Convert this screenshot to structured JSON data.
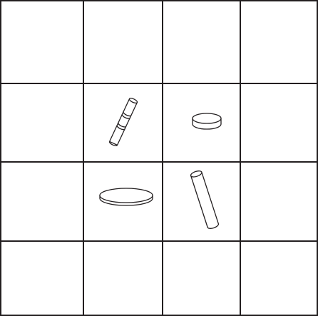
{
  "grid": {
    "rows": 4,
    "cols": 4,
    "line_color": "#231f20",
    "background": "#ffffff"
  },
  "objects": [
    {
      "name": "striped-rod",
      "row": 1,
      "col": 1
    },
    {
      "name": "short-cylinder",
      "row": 1,
      "col": 2
    },
    {
      "name": "flat-disc",
      "row": 2,
      "col": 1
    },
    {
      "name": "long-cylinder",
      "row": 2,
      "col": 2
    }
  ]
}
